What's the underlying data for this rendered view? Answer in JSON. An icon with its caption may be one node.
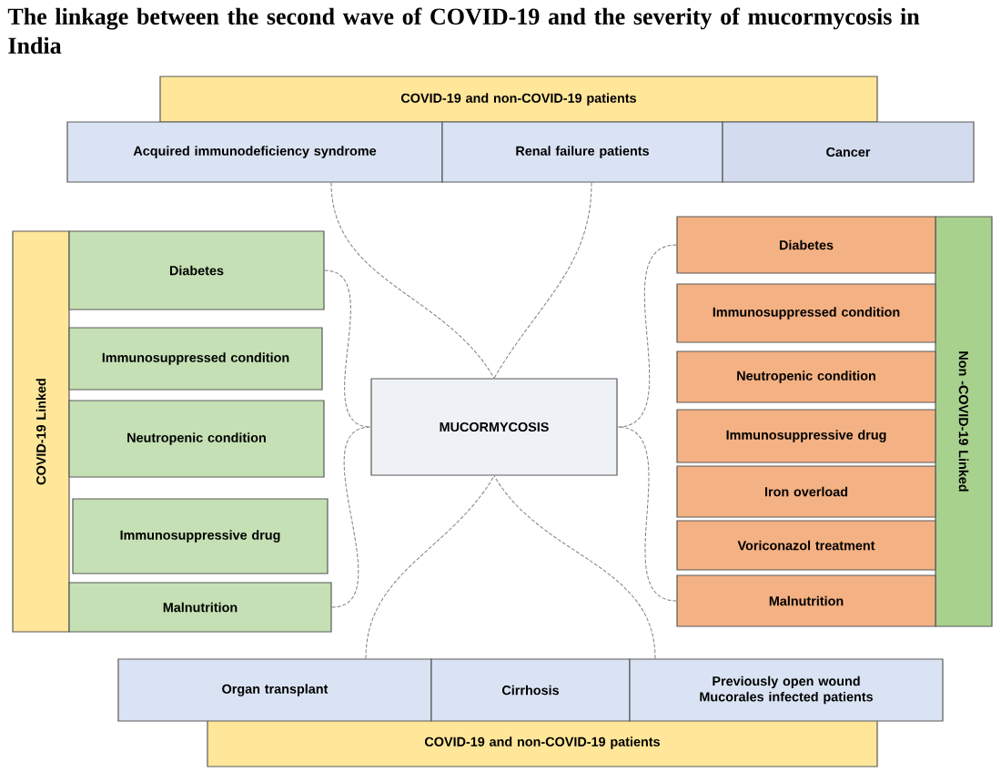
{
  "diagram": {
    "title": "The linkage between the second wave of COVID-19 and the severity of mucormycosis in India",
    "nodes": [
      {
        "text": [
          "COVID-19 and non-COVID-19 patients"
        ]
      },
      {
        "text": [
          "Acquired immunodeficiency syndrome"
        ]
      },
      {
        "text": [
          "Renal failure patients"
        ]
      },
      {
        "text": [
          "Cancer"
        ]
      },
      {
        "text": [
          "COVID-19 Linked"
        ]
      },
      {
        "text": [
          "Diabetes"
        ]
      },
      {
        "text": [
          "Immunosuppressed condition"
        ]
      },
      {
        "text": [
          "Neutropenic condition"
        ]
      },
      {
        "text": [
          "Immunosuppressive drug"
        ]
      },
      {
        "text": [
          "Malnutrition"
        ]
      },
      {
        "text": [
          "MUCORMYCOSIS"
        ]
      },
      {
        "text": [
          "Non -COVID-19 Linked"
        ]
      },
      {
        "text": [
          "Diabetes"
        ]
      },
      {
        "text": [
          "Immunosuppressed condition"
        ]
      },
      {
        "text": [
          "Neutropenic condition"
        ]
      },
      {
        "text": [
          "Immunosuppressive drug"
        ]
      },
      {
        "text": [
          "Iron overload"
        ]
      },
      {
        "text": [
          "Voriconazol treatment"
        ]
      },
      {
        "text": [
          "Malnutrition"
        ]
      },
      {
        "text": [
          "Organ transplant"
        ]
      },
      {
        "text": [
          "Cirrhosis"
        ]
      },
      {
        "text": [
          "Previously open wound Mucorales infected patients"
        ]
      },
      {
        "text": [
          "COVID-19 and non-COVID-19 patients"
        ]
      }
    ],
    "edges": [
      {
        "from": 1,
        "to": 10,
        "arrow": "none",
        "style": "dashed"
      },
      {
        "from": 2,
        "to": 10,
        "arrow": "none",
        "style": "dashed"
      },
      {
        "from": 5,
        "to": 10,
        "arrow": "none",
        "style": "dashed"
      },
      {
        "from": 9,
        "to": 10,
        "arrow": "none",
        "style": "dashed"
      },
      {
        "from": 12,
        "to": 10,
        "arrow": "none",
        "style": "dashed"
      },
      {
        "from": 18,
        "to": 10,
        "arrow": "none",
        "style": "dashed"
      },
      {
        "from": 19,
        "to": 10,
        "arrow": "none",
        "style": "dashed"
      },
      {
        "from": 21,
        "to": 10,
        "arrow": "none",
        "style": "dashed"
      }
    ]
  }
}
